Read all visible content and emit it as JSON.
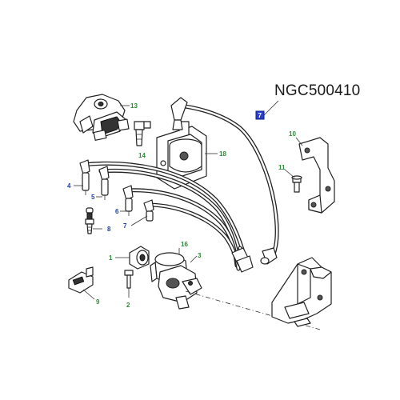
{
  "diagram": {
    "part_code": "NGC500410",
    "selected_marker": "7",
    "colors": {
      "green_label": "#2e8b3a",
      "blue_label": "#1a3fb0",
      "line": "#222222",
      "highlight": "#2a3fd0"
    },
    "callouts": {
      "c1": "1",
      "c2": "2",
      "c3": "3",
      "c4": "4",
      "c5": "5",
      "c6": "6",
      "c7": "7",
      "c8": "8",
      "c9": "9",
      "c10": "10",
      "c11": "11",
      "c13": "13",
      "c14": "14",
      "c16": "16",
      "c18": "18"
    }
  }
}
